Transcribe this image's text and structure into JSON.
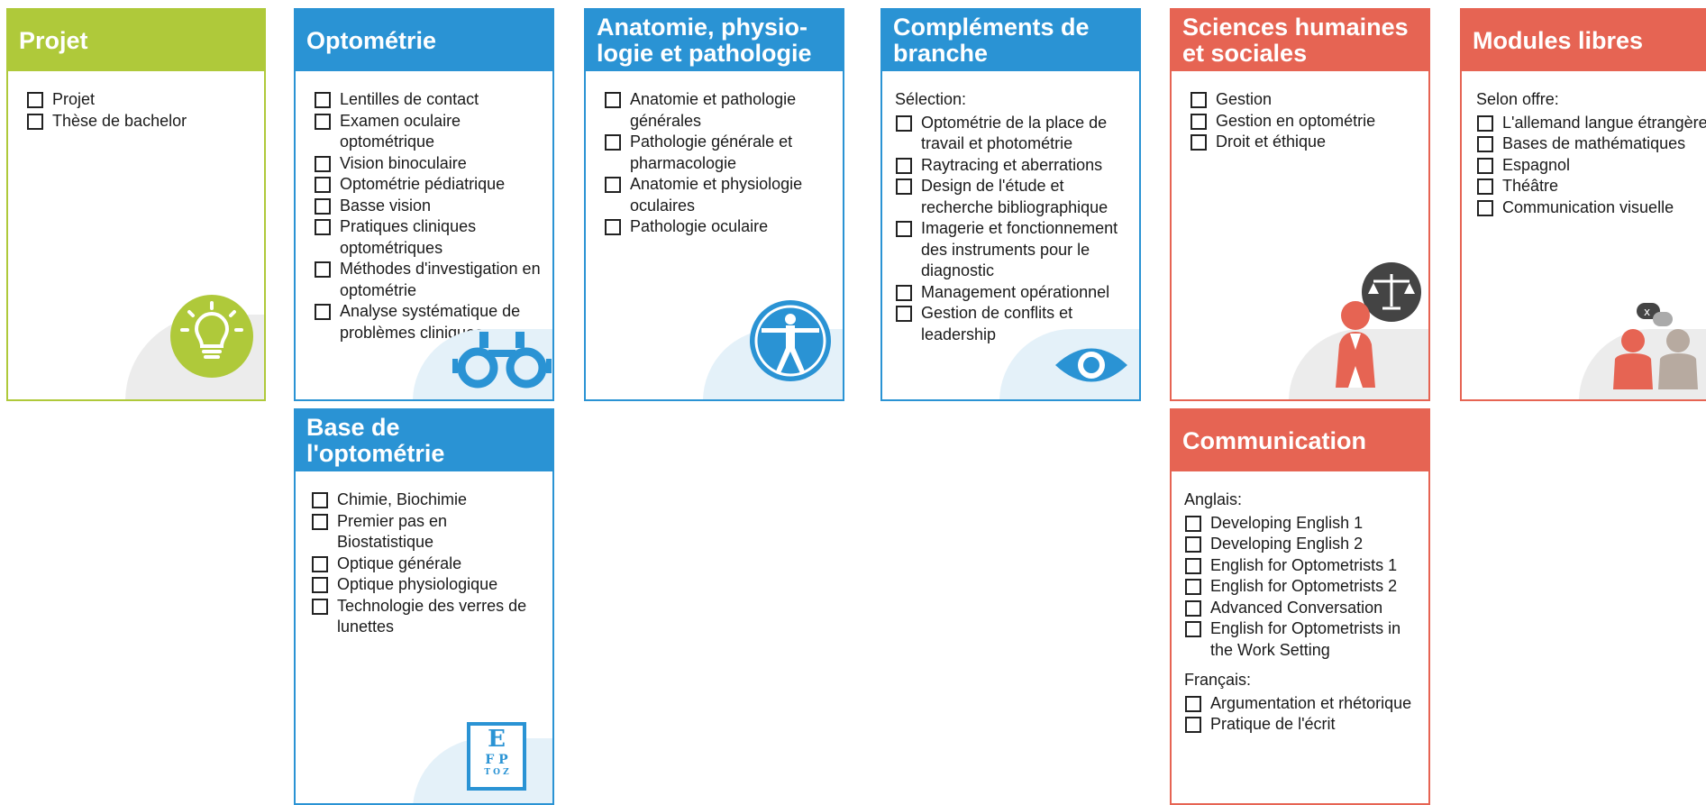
{
  "colors": {
    "green": "#afc93a",
    "blue": "#2a93d4",
    "red": "#e66453"
  },
  "cards": {
    "projet": {
      "title": "Projet",
      "items": [
        "Projet",
        "Thèse de bachelor"
      ],
      "icon": "lightbulb-icon"
    },
    "optometrie": {
      "title": "Optométrie",
      "items": [
        "Lentilles de contact",
        "Examen oculaire optométrique",
        "Vision binoculaire",
        "Optométrie pédiatrique",
        "Basse vision",
        "Pratiques cliniques optométriques",
        "Méthodes d'investigation en optométrie",
        "Analyse systématique de problèmes cliniques"
      ],
      "icon": "trial-frame-glasses-icon"
    },
    "anatomie": {
      "title": "Anatomie, physio-logie et pathologie",
      "items": [
        "Anatomie et pathologie générales",
        "Pathologie générale et pharmacologie",
        "Anatomie et physiologie oculaires",
        "Pathologie oculaire"
      ],
      "icon": "vitruvian-man-icon"
    },
    "complements": {
      "title": "Compléments de branche",
      "intro": "Sélection:",
      "items": [
        "Optométrie de la place de travail et photométrie",
        "Raytracing et aberrations",
        "Design de l'étude et recherche bibliographique",
        "Imagerie et fonctionnement des instruments pour le diagnostic",
        "Management opérationnel",
        "Gestion de conflits et leadership"
      ],
      "icon": "eye-icon"
    },
    "sciences": {
      "title": "Sciences humaines et sociales",
      "items": [
        "Gestion",
        "Gestion en optométrie",
        "Droit et éthique"
      ],
      "icon": "scales-of-justice-icon"
    },
    "modules": {
      "title": "Modules libres",
      "intro": "Selon offre:",
      "items": [
        "L'allemand langue étrangère",
        "Bases de mathématiques",
        "Espagnol",
        "Théâtre",
        "Communication visuelle"
      ],
      "icon": "people-conversation-icon"
    },
    "base": {
      "title": "Base de l'optométrie",
      "items": [
        "Chimie, Biochimie",
        "Premier pas en Biostatistique",
        "Optique générale",
        "Optique physiologique",
        "Technologie des verres de lunettes"
      ],
      "icon": "eye-chart-icon",
      "chart_letters": [
        "E",
        "F P",
        "T O Z"
      ]
    },
    "communication": {
      "title": "Communication",
      "intro1": "Anglais:",
      "items1": [
        "Developing English 1",
        "Developing English 2",
        "English for Optometrists 1",
        "English for Optometrists 2",
        "Advanced Conversation",
        "English for Optometrists in the Work Setting"
      ],
      "intro2": "Français:",
      "items2": [
        "Argumentation et rhétorique",
        "Pratique de l'écrit"
      ]
    }
  }
}
